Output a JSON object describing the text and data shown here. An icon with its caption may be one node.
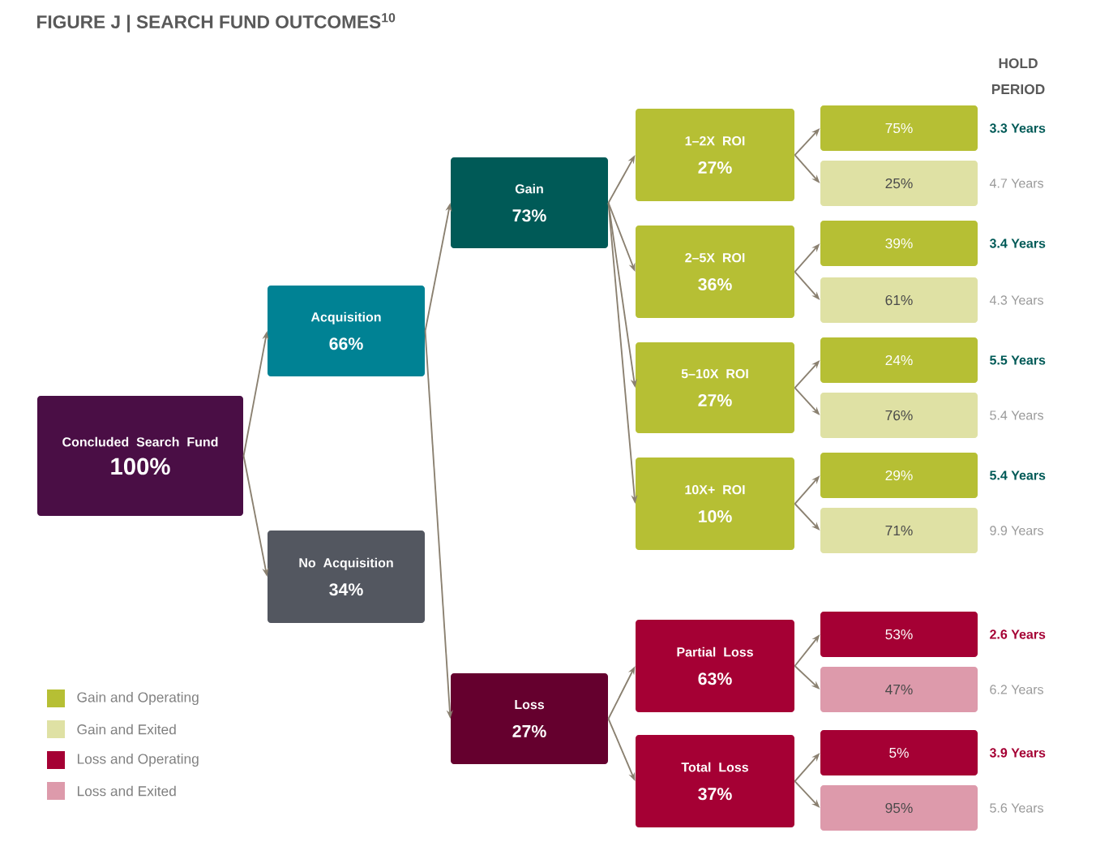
{
  "diagram": {
    "title": "FIGURE J | SEARCH FUND OUTCOMES$^{10}$",
    "nodes": [
      {
        "text": [
          "Concluded Search Fund",
          "100%"
        ]
      },
      {
        "text": [
          "Acquisition",
          "66%"
        ]
      },
      {
        "text": [
          "No Acquisition",
          "34%"
        ]
      },
      {
        "text": [
          "Gain",
          "73%"
        ]
      },
      {
        "text": [
          "Loss",
          "27%"
        ]
      },
      {
        "text": [
          "1–2X ROI",
          "27%"
        ]
      },
      {
        "text": [
          "2–5X ROI",
          "36%"
        ]
      },
      {
        "text": [
          "5–10X ROI",
          "27%"
        ]
      },
      {
        "text": [
          "10X+ ROI",
          "10%"
        ]
      },
      {
        "text": [
          "Partial Loss",
          "63%"
        ]
      },
      {
        "text": [
          "Total Loss",
          "37%"
        ]
      },
      {
        "text": [
          "75%"
        ],
        "beside": [
          "3.3 Years"
        ]
      },
      {
        "text": [
          "25%"
        ],
        "beside": [
          "4.7 Years"
        ]
      },
      {
        "text": [
          "39%"
        ],
        "beside": [
          "3.4 Years"
        ]
      },
      {
        "text": [
          "61%"
        ],
        "beside": [
          "4.3 Years"
        ]
      },
      {
        "text": [
          "24%"
        ],
        "beside": [
          "5.5 Years"
        ]
      },
      {
        "text": [
          "76%"
        ],
        "beside": [
          "5.4 Years"
        ]
      },
      {
        "text": [
          "29%"
        ],
        "beside": [
          "5.4 Years"
        ]
      },
      {
        "text": [
          "71%"
        ],
        "beside": [
          "9.9 Years"
        ]
      },
      {
        "text": [
          "53%"
        ],
        "beside": [
          "2.6 Years"
        ]
      },
      {
        "text": [
          "47%"
        ],
        "beside": [
          "6.2 Years"
        ]
      },
      {
        "text": [
          "5%"
        ],
        "beside": [
          "3.9 Years"
        ]
      },
      {
        "text": [
          "95%"
        ],
        "beside": [
          "5.6 Years"
        ]
      }
    ],
    "edges": [
      {
        "from": 0,
        "to": 1,
        "arrow": "to"
      },
      {
        "from": 0,
        "to": 2,
        "arrow": "to"
      },
      {
        "from": 1,
        "to": 3,
        "arrow": "to"
      },
      {
        "from": 1,
        "to": 4,
        "arrow": "to"
      },
      {
        "from": 3,
        "to": 5,
        "arrow": "to"
      },
      {
        "from": 3,
        "to": 6,
        "arrow": "to"
      },
      {
        "from": 3,
        "to": 7,
        "arrow": "to"
      },
      {
        "from": 3,
        "to": 8,
        "arrow": "to"
      },
      {
        "from": 4,
        "to": 9,
        "arrow": "to"
      },
      {
        "from": 4,
        "to": 10,
        "arrow": "to"
      },
      {
        "from": 5,
        "to": 11,
        "arrow": "to"
      },
      {
        "from": 5,
        "to": 12,
        "arrow": "to"
      },
      {
        "from": 6,
        "to": 13,
        "arrow": "to"
      },
      {
        "from": 6,
        "to": 14,
        "arrow": "to"
      },
      {
        "from": 7,
        "to": 15,
        "arrow": "to"
      },
      {
        "from": 7,
        "to": 16,
        "arrow": "to"
      },
      {
        "from": 8,
        "to": 17,
        "arrow": "to"
      },
      {
        "from": 8,
        "to": 18,
        "arrow": "to"
      },
      {
        "from": 9,
        "to": 19,
        "arrow": "to"
      },
      {
        "from": 9,
        "to": 20,
        "arrow": "to"
      },
      {
        "from": 10,
        "to": 21,
        "arrow": "to"
      },
      {
        "from": 10,
        "to": 22,
        "arrow": "to"
      }
    ],
    "labels": [
      "HOLD PERIOD"
    ],
    "legend": [
      {
        "text": "Gain and Operating",
        "color": "#b6bf34"
      },
      {
        "text": "Gain and Exited",
        "color": "#dfe1a4"
      },
      {
        "text": "Loss and Operating",
        "color": "#a50034"
      },
      {
        "text": "Loss and Exited",
        "color": "#dd9aab"
      }
    ]
  }
}
